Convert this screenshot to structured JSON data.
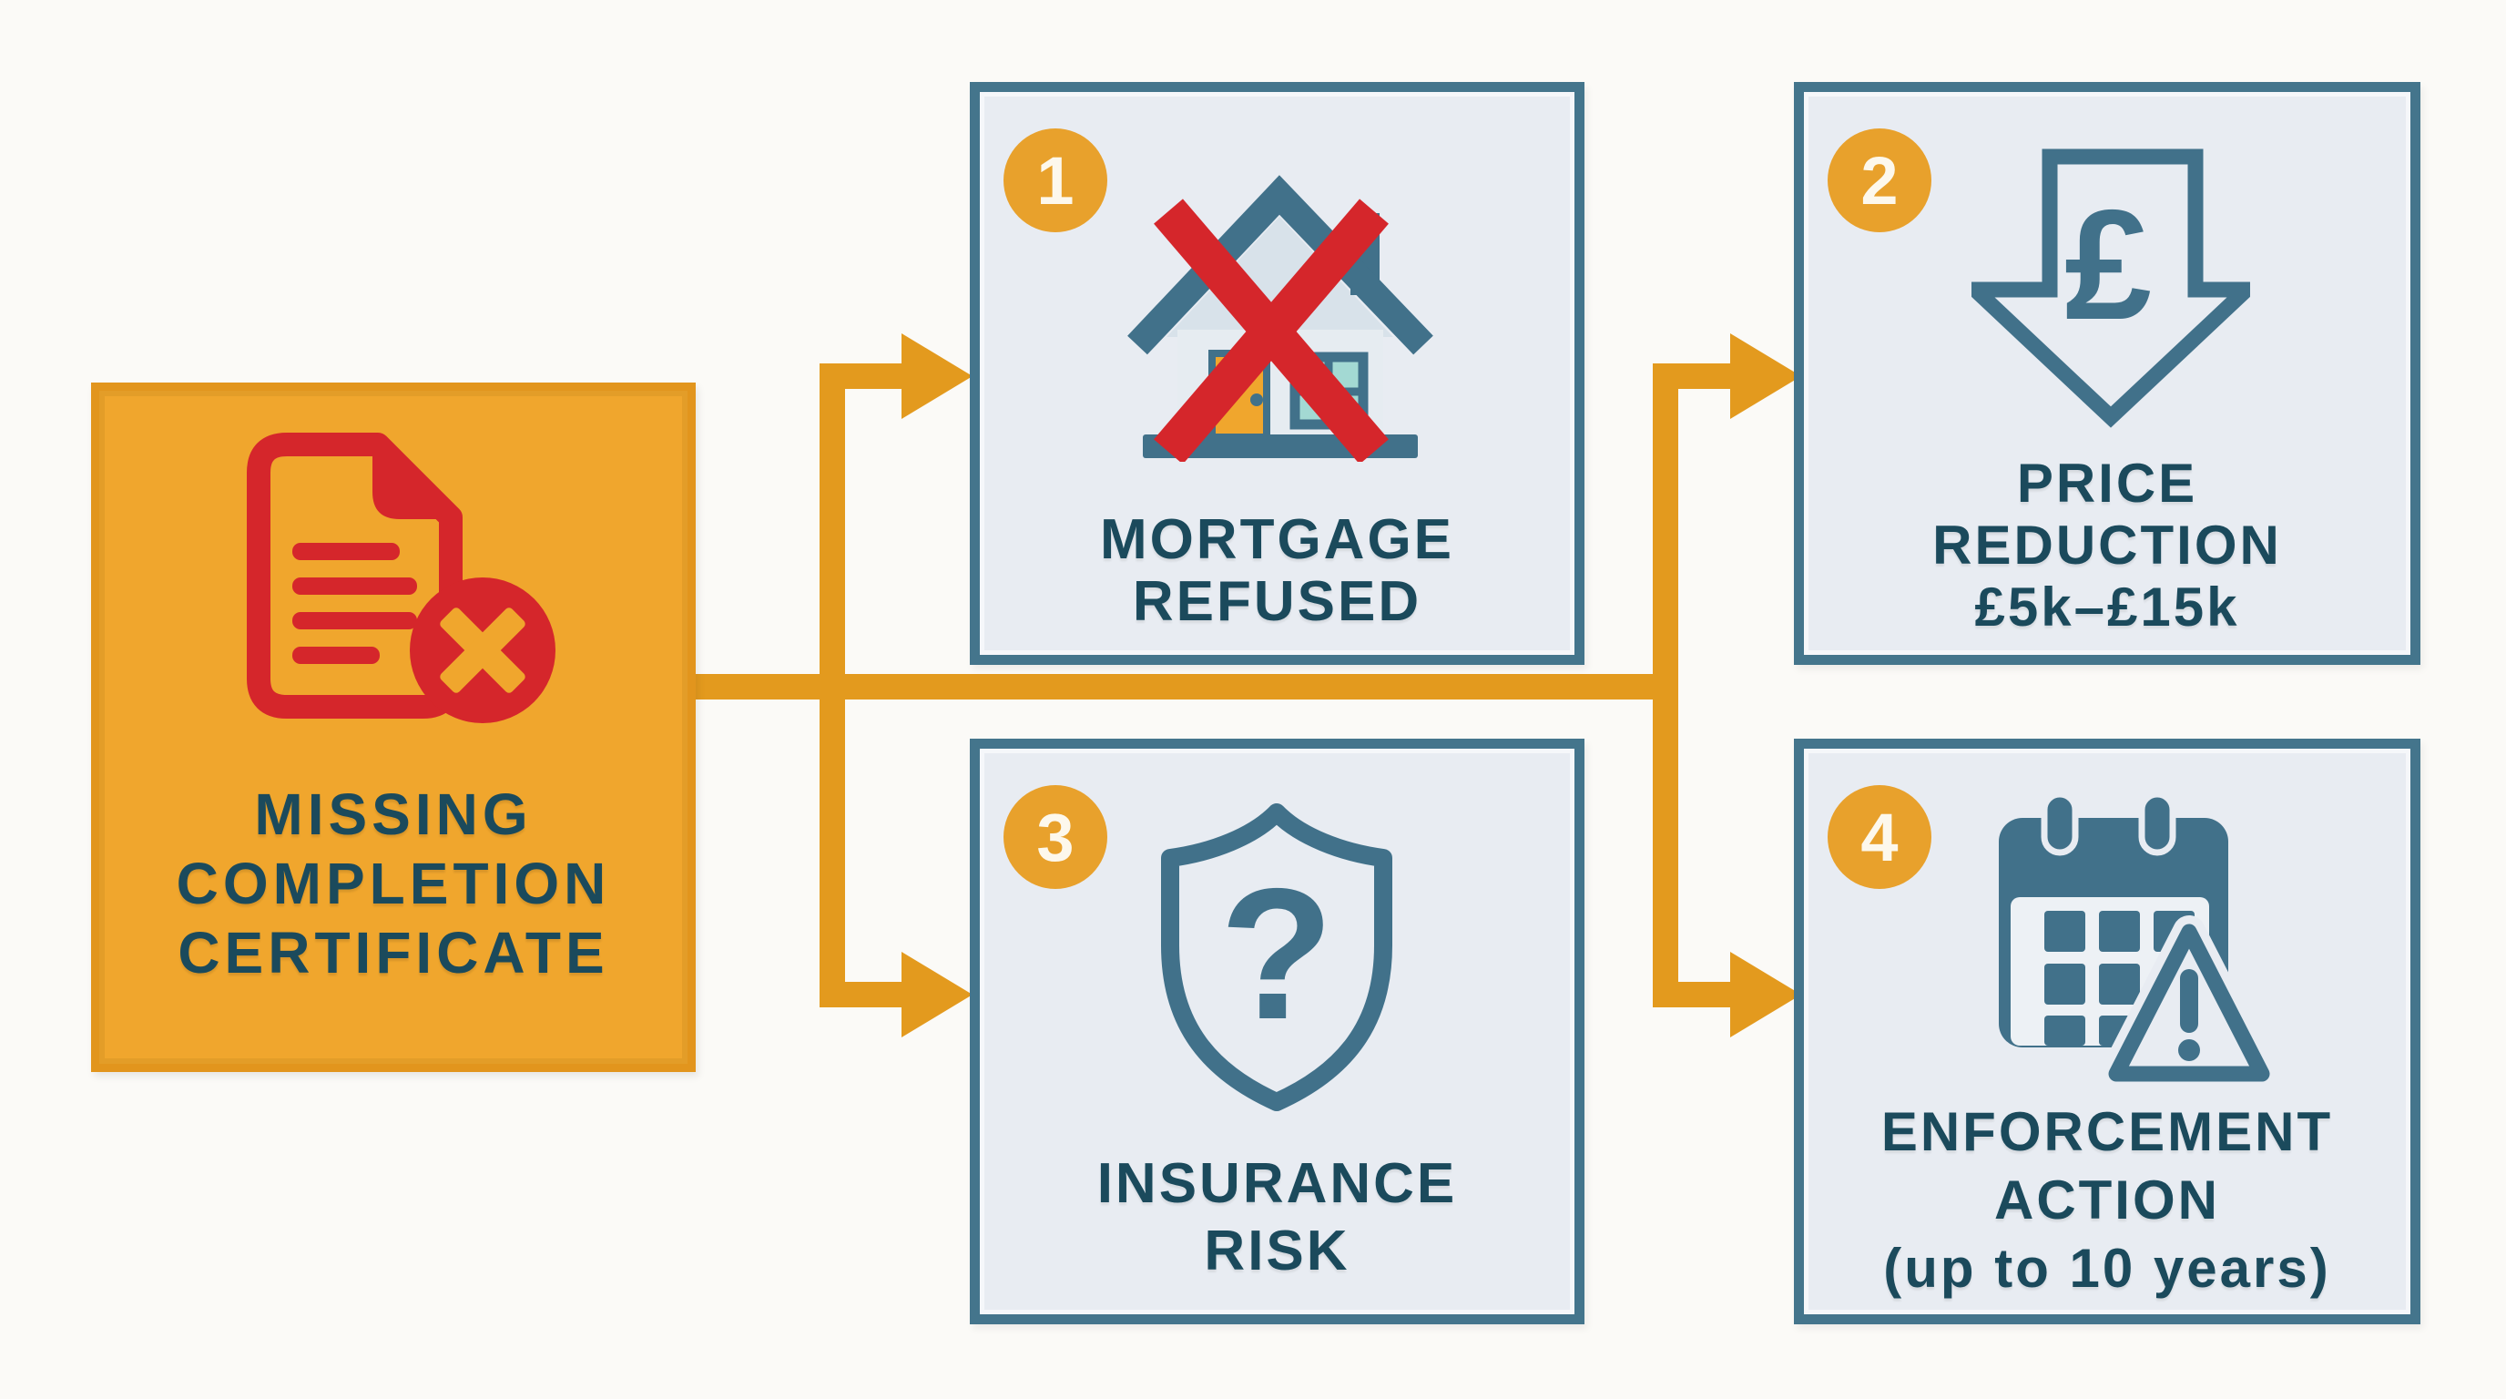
{
  "diagram": {
    "source": {
      "icon": "document-rejected",
      "label_lines": [
        "MISSING",
        "COMPLETION",
        "CERTIFICATE"
      ]
    },
    "outcomes": [
      {
        "number": "1",
        "icon": "house-crossed",
        "label_lines": [
          "MORTGAGE",
          "REFUSED"
        ]
      },
      {
        "number": "2",
        "icon": "pound-down-arrow",
        "glyph": "£",
        "label_lines": [
          "PRICE",
          "REDUCTION",
          "£5k–£15k"
        ]
      },
      {
        "number": "3",
        "icon": "shield-question",
        "glyph": "?",
        "label_lines": [
          "INSURANCE",
          "RISK"
        ]
      },
      {
        "number": "4",
        "icon": "calendar-warning",
        "label_lines": [
          "ENFORCEMENT",
          "ACTION",
          "(up to 10 years)"
        ]
      }
    ]
  },
  "colors": {
    "background": "#FBFAF7",
    "accent_orange": "#E39A1E",
    "source_fill": "#F0A62D",
    "source_border": "#E2951D",
    "alert_red": "#D5262B",
    "box_fill": "#E8ECF2",
    "box_border": "#44758C",
    "icon_teal": "#41718A",
    "text_teal": "#1B4A5C",
    "badge_orange": "#E8A12C",
    "badge_text": "#FDF8EC"
  }
}
